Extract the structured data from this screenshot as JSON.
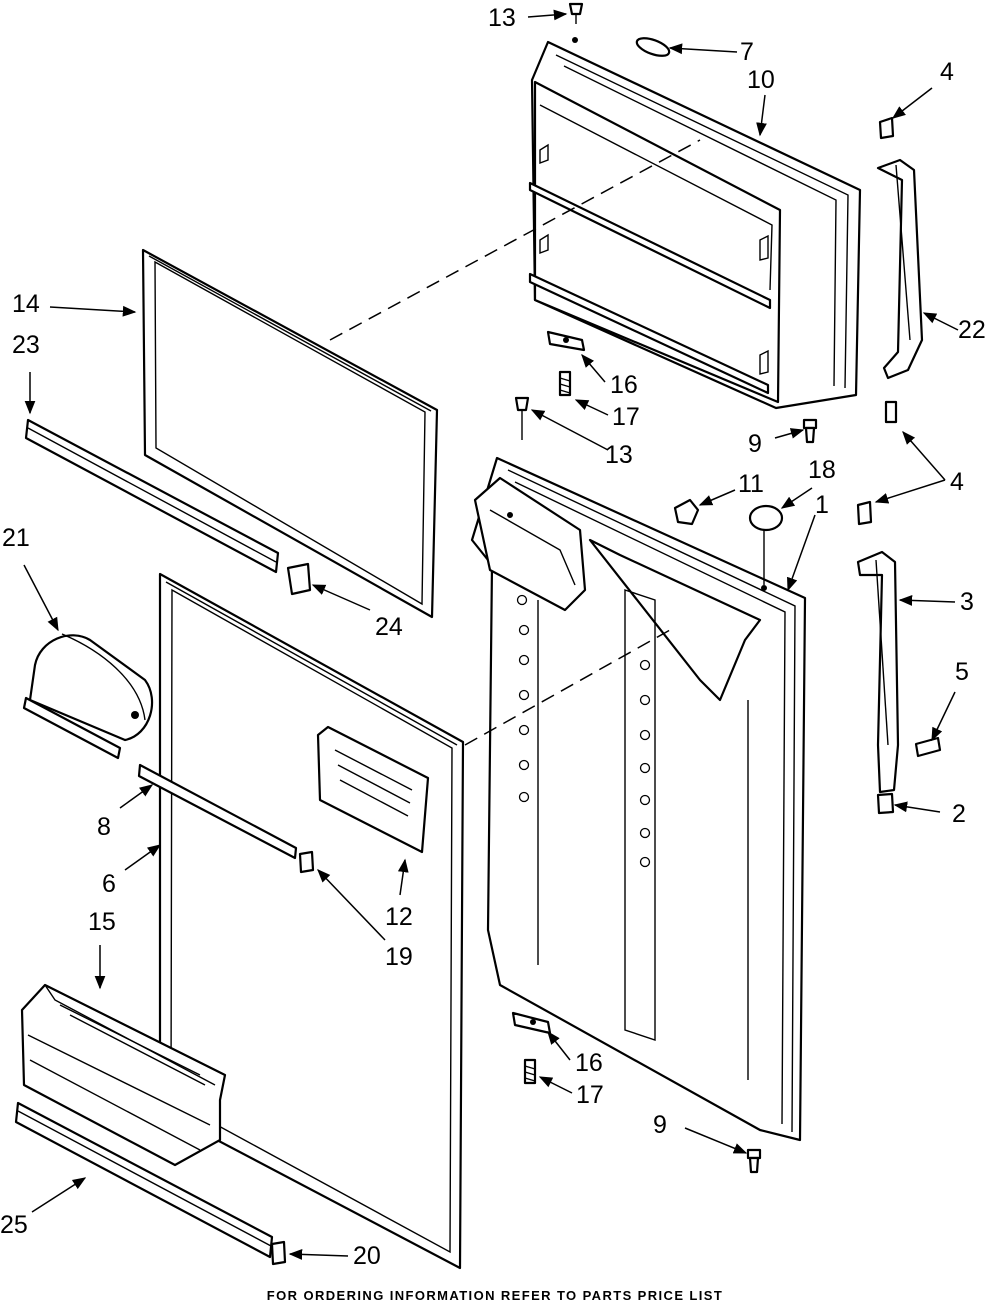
{
  "footer": "FOR ORDERING INFORMATION REFER TO PARTS PRICE LIST",
  "labels": {
    "l1": "1",
    "l2": "2",
    "l3": "3",
    "l4a": "4",
    "l4b": "4",
    "l5": "5",
    "l6": "6",
    "l7": "7",
    "l8": "8",
    "l9a": "9",
    "l9b": "9",
    "l10": "10",
    "l11": "11",
    "l12": "12",
    "l13a": "13",
    "l13b": "13",
    "l14": "14",
    "l15": "15",
    "l16a": "16",
    "l16b": "16",
    "l17a": "17",
    "l17b": "17",
    "l18": "18",
    "l19": "19",
    "l20": "20",
    "l21": "21",
    "l22": "22",
    "l23": "23",
    "l24": "24",
    "l25": "25"
  }
}
